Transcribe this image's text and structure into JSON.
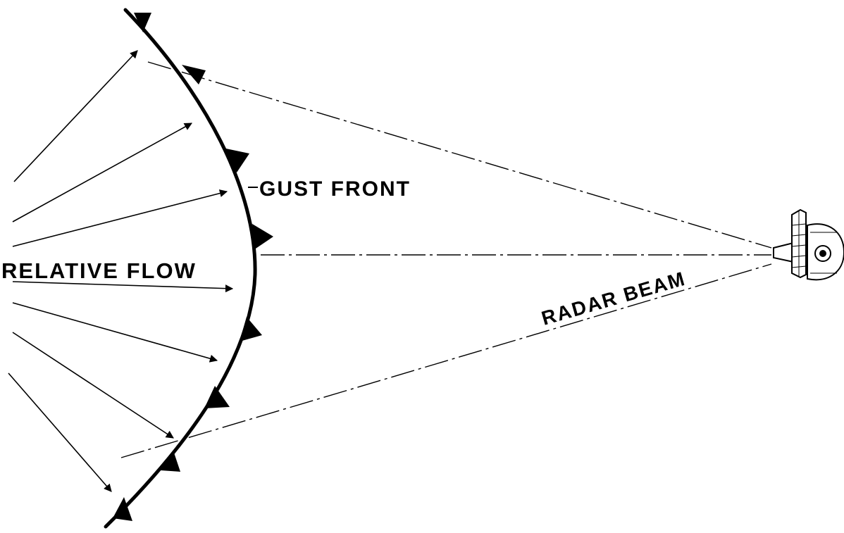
{
  "labels": {
    "gust_front": "GUST FRONT",
    "relative_flow": "RELATIVE FLOW",
    "radar_beam": "RADAR BEAM"
  },
  "colors": {
    "ink": "#000000",
    "background": "#ffffff"
  },
  "icons": {
    "radar_antenna": "radar-antenna-icon",
    "front_marker": "cold-front-triangle-icon"
  }
}
